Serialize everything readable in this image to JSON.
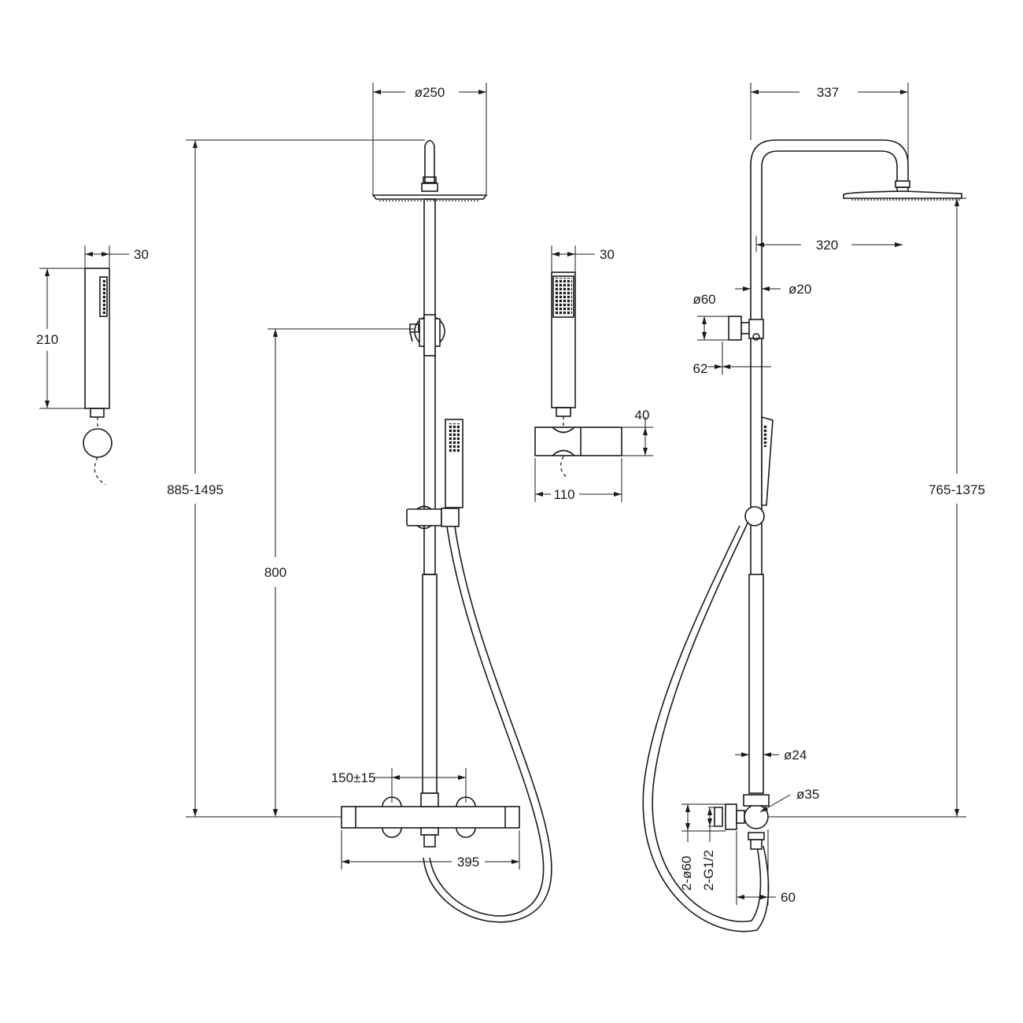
{
  "colors": {
    "line": "#1a1a1a",
    "background": "#ffffff"
  },
  "dimensions": {
    "handshower_left_width": "30",
    "handshower_left_length": "210",
    "overall_height_left": "885-1495",
    "holder_height": "800",
    "head_diameter": "ø250",
    "inlet_spacing": "150±15",
    "mixer_width": "395",
    "handshower_mid_width": "30",
    "bracket_height": "40",
    "bracket_width": "110",
    "arm_projection": "337",
    "arm_reach": "320",
    "wall_flange_diameter": "ø60",
    "rail_diameter": "ø20",
    "flange_offset": "62",
    "overall_height_right": "765-1375",
    "lower_tube_diameter": "ø24",
    "mixer_body_diameter": "ø35",
    "escutcheon_diameter": "2-ø60",
    "connection_thread": "2-G1/2",
    "wall_offset": "60"
  }
}
